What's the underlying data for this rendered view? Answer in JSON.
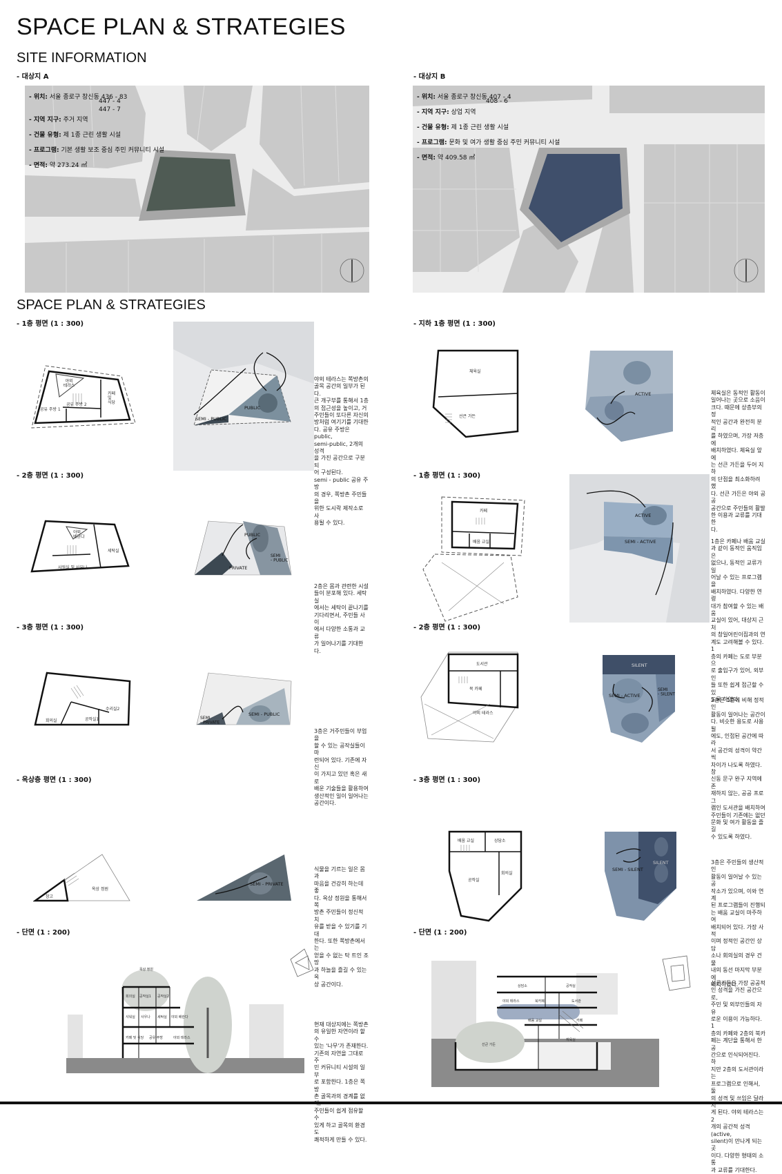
{
  "page_title": "SPACE PLAN & STRATEGIES",
  "site_heading": "SITE INFORMATION",
  "strategy_heading": "SPACE PLAN & STRATEGIES",
  "site_a": {
    "label": "- 대상지 A",
    "location_key": "- 위치:",
    "location_val": "서울 종로구 창신동 436 - 83",
    "location_2": "447 - 4",
    "location_3": "447 - 7",
    "zone_key": "- 지역 지구:",
    "zone_val": "주거 지역",
    "type_key": "- 건물 유형:",
    "type_val": "제 1종 근린 생활 시설",
    "program_key": "- 프로그램:",
    "program_val": "기본 생활 보조 중심 주민 커뮤니티 시설",
    "area_key": "- 면적:",
    "area_val": "약 273.24 ㎡",
    "site_color": "#4f5b54"
  },
  "site_b": {
    "label": "- 대상지 B",
    "location_key": "- 위치:",
    "location_val": "서울 종로구 창신동 407 - 4",
    "location_2": "408 - 6",
    "zone_key": "- 지역 지구:",
    "zone_val": "상업 지역",
    "type_key": "- 건물 유형:",
    "type_val": "제 1종 근린 생활 시설",
    "program_key": "- 프로그램:",
    "program_val": "문화 및 여가 생활 중심 주민 커뮤니티 시설",
    "area_key": "- 면적:",
    "area_val": "약 409.58 ㎡",
    "site_color": "#3f4f6b"
  },
  "left": {
    "f1": {
      "label": "- 1층 평면 (1 : 300)",
      "rooms": [
        "야외\n테라스",
        "카페\n및\n식당",
        "공유 주방 2",
        "공유 주방 1"
      ],
      "zones": [
        "SEMI - PUBLIC",
        "PUBLIC"
      ],
      "text": "야외 테라스는 쪽방촌의\n골목 공간의 일부가 된다.\n 큰 개구부를 통해서 1층\n의 접근성을 높이고, 거\n주민들이 또다른 자신의\n방처럼 여기기를 기대한\n다. 공유 주방은 public,\nsemi-public, 2개의 성격\n을 가진 공간으로 구분되\n어 구성된다.\n semi - public 공유 주방\n의 경우, 쪽방촌 주민들을\n위한 도시락 제작소로 사\n용될 수 있다."
    },
    "f2": {
      "label": "- 2층 평면 (1 : 300)",
      "rooms": [
        "야외\n베란다",
        "세탁실",
        "샤워실 및 사우나"
      ],
      "zones": [
        "PUBLIC",
        "SEMI\n- PUBLIC",
        "PRIVATE"
      ],
      "text": "2층은 몸과 관련한 시설\n들이 분포해 있다. 세탁실\n에서는 세탁이 끝나기를\n기다리면서, 주민들 사이\n에서 다양한 소통과 교류\n가 일어나기를 기대한다."
    },
    "f3": {
      "label": "- 3층 평면 (1 : 300)",
      "rooms": [
        "수리실2",
        "공작실1",
        "회의실"
      ],
      "zones": [
        "SEMI\n- PRIVATE",
        "SEMI - PUBLIC"
      ],
      "text": "3층은 거주민들이 부업을\n할 수 있는 공작실들이 마\n련되어 있다. 기존에 자신\n이 가지고 있던 혹은 새로\n배운 기술들을 활용하여\n생산적인 일이 일어나는\n공간이다."
    },
    "roof": {
      "label": "- 옥상층 평면 (1 : 300)",
      "rooms": [
        "옥상 정원",
        "창고"
      ],
      "zones": [
        "SEMI - PRIVATE"
      ],
      "text": "식물을 기르는 일은 몸과\n마음을 건강히 하는데 좋\n다. 옥상 정원을 통해서 쪽\n방촌 주민들이 정신적 치\n유를 받을 수 있기를 기대\n한다. 또한 쪽방촌에서는\n얻을 수 없는 탁 트인 조망\n과 하늘을 즐길 수 있는 옥\n상 공간이다."
    },
    "section": {
      "label": "- 단면 (1 : 200)",
      "rooms": [
        "옥상 정원",
        "회의실",
        "공작실1",
        "공작실2",
        "샤워실",
        "사우나",
        "세탁실",
        "야외 베란다",
        "카페 및 식당",
        "공유 주방",
        "야외 테라스"
      ],
      "text": "현재 대상지에는 쪽방촌\n의 유일한 자연이라 할 수\n있는 '나무'가 존재한다.\n기존의 자연을 그대로 주\n민 커뮤니티 시설의 일부\n로 포함한다. 1층은 쪽방\n촌 골목과의 경계를 없애,\n주민들이 쉽게 점유할 수\n있게 하고 골목의 환경도\n쾌적하게 만들 수 있다."
    }
  },
  "right": {
    "b1": {
      "label": "- 지하 1층 평면 (1 : 300)",
      "rooms": [
        "체육실",
        "선큰 가든"
      ],
      "zones": [
        "ACTIVE"
      ],
      "text": "체육실은 동적인 활동이\n일어나는 곳으로 소음이\n크다. 때문에 상층부의 정\n적인 공간과 완전히 분리\n를 하였으며, 가장 저층에\n배치하였다. 체육실 앞에\n는 선큰 가든을 두어 지하\n의 단점을 최소화하려 했\n다. 선큰 가든은 야외 공공\n공간으로 주민들의 활발\n한 이용과 교류를 기대한\n다."
    },
    "f1": {
      "label": "- 1층 평면 (1 : 300)",
      "rooms": [
        "카페",
        "배움 교실"
      ],
      "zones": [
        "ACTIVE",
        "SEMI - ACTIVE"
      ],
      "text": "1층은 카페나 배움 교실\n과 같이 동적인 움직임은\n없으나, 동적인 교류가 일\n어날 수 있는 프로그램을\n배치하였다. 다양한 연령\n대가 참여할 수 있는 배움\n교실이 있어, 대상지 근처\n의 창일어린이집과의 연\n계도 고려해볼 수 있다. 1\n층의 카페는 도로 부분으\n로 출입구가 있어, 외부인\n들 또한 쉽게 접근할 수 있\n도록 하였다."
    },
    "f2": {
      "label": "- 2층 평면 (1 : 300)",
      "rooms": [
        "도서관",
        "북 카페",
        "야외 테라스"
      ],
      "zones": [
        "SILENT",
        "SEMI - ACTIVE",
        "SEMI\n- SILENT"
      ],
      "text": "2층은 1층에 비해 정적인\n활동이 일어나는 공간이\n다. 비슷한 용도로 사용될\n에도, 인접된 공간에 따라\n서 공간의 성격이 약간씩\n차이가 나도록 하였다. 창\n신동 문구 완구 지역에 존\n재하지 않는, 공공 프로그\n램인 도서관을 배치하여\n주민들이 기존에는 없던\n문화 및 여가 활동을 즐길\n수 있도록 하였다."
    },
    "f3": {
      "label": "- 3층 평면 (1 : 300)",
      "rooms": [
        "배움 교실",
        "상담소",
        "회의실",
        "공작실"
      ],
      "zones": [
        "SEMI - SILENT",
        "SILENT"
      ],
      "text": "3층은 주민들의 생산적인\n활동이 일어날 수 있는 공\n작소가 있으며, 이와 연계\n된 프로그램들이 진행되\n는 배움 교실이 마주하여\n배치되어 있다. 가장 사적\n이며 정적인 공간인 상담\n소나 회의실의 경우 건물\n내의 동선 마지막 부분에\n배치하였다."
    },
    "section": {
      "label": "- 단면 (1 : 200)",
      "rooms": [
        "상담소",
        "공작실",
        "야외 테라스",
        "북카페",
        "도서관",
        "배움 교실",
        "카페",
        "체육실",
        "선큰 가든"
      ],
      "text": "선큰가든은 가장 공공적\n인 성격을 가진 공간으로,\n주민 및 외부인들의 자유\n로운 이용이 가능하다. 1\n층의 카페와 2층의 북카\n페는 계단을 통해서 한 공\n간으로 인식되어진다. 하\n지만 2층의 도서관이라는\n프로그램으로 인해서, 둘\n의 성격 및 쓰임은 달라지\n게 된다. 야외 테라스는 2\n개의 공간적 성격(active,\nsilent)이 만나게 되는 곳\n이다. 다양한 형태의 소통\n과 교류를 기대한다."
    }
  }
}
